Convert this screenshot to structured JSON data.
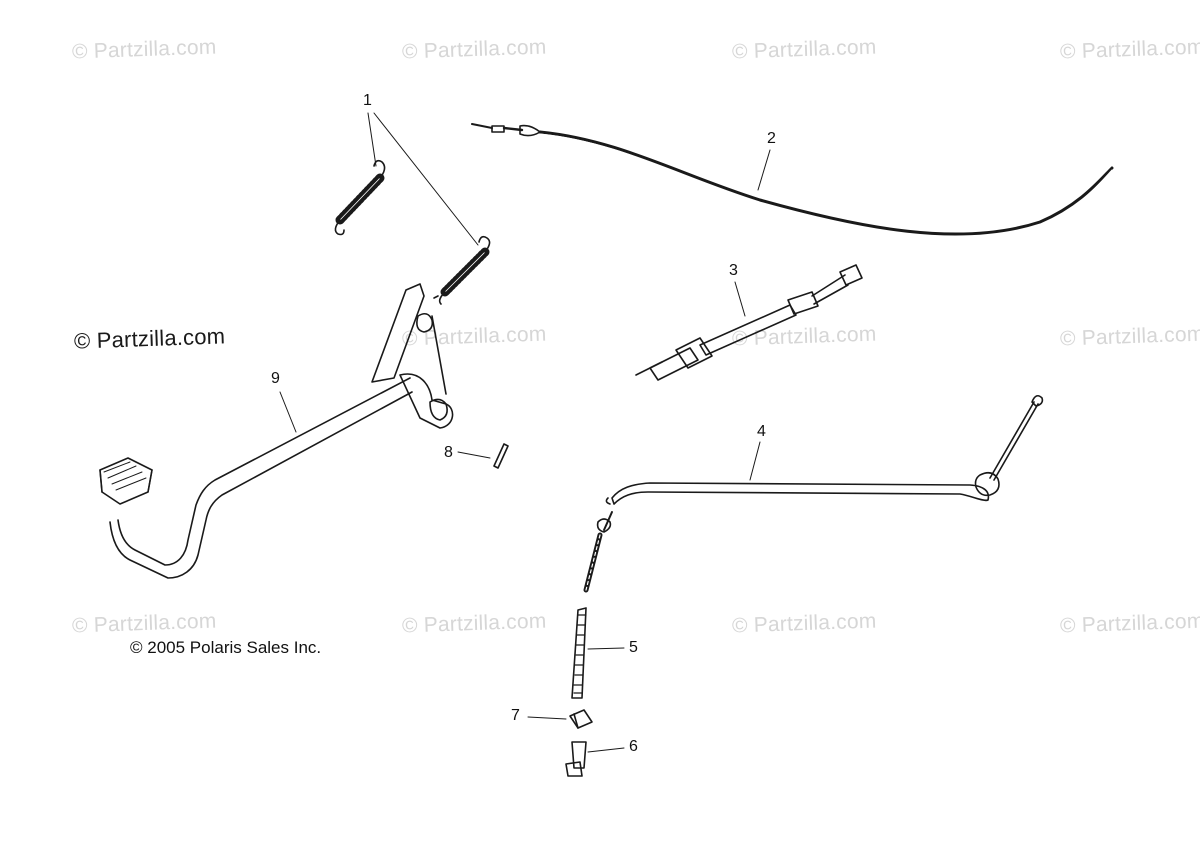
{
  "watermark_text": "© Partzilla.com",
  "copyright": "© 2005 Polaris Sales Inc.",
  "callouts": [
    "1",
    "2",
    "3",
    "4",
    "5",
    "6",
    "7",
    "8",
    "9"
  ],
  "colors": {
    "watermark": "#d6d6d6",
    "line": "#1a1a1a",
    "background": "#ffffff"
  }
}
